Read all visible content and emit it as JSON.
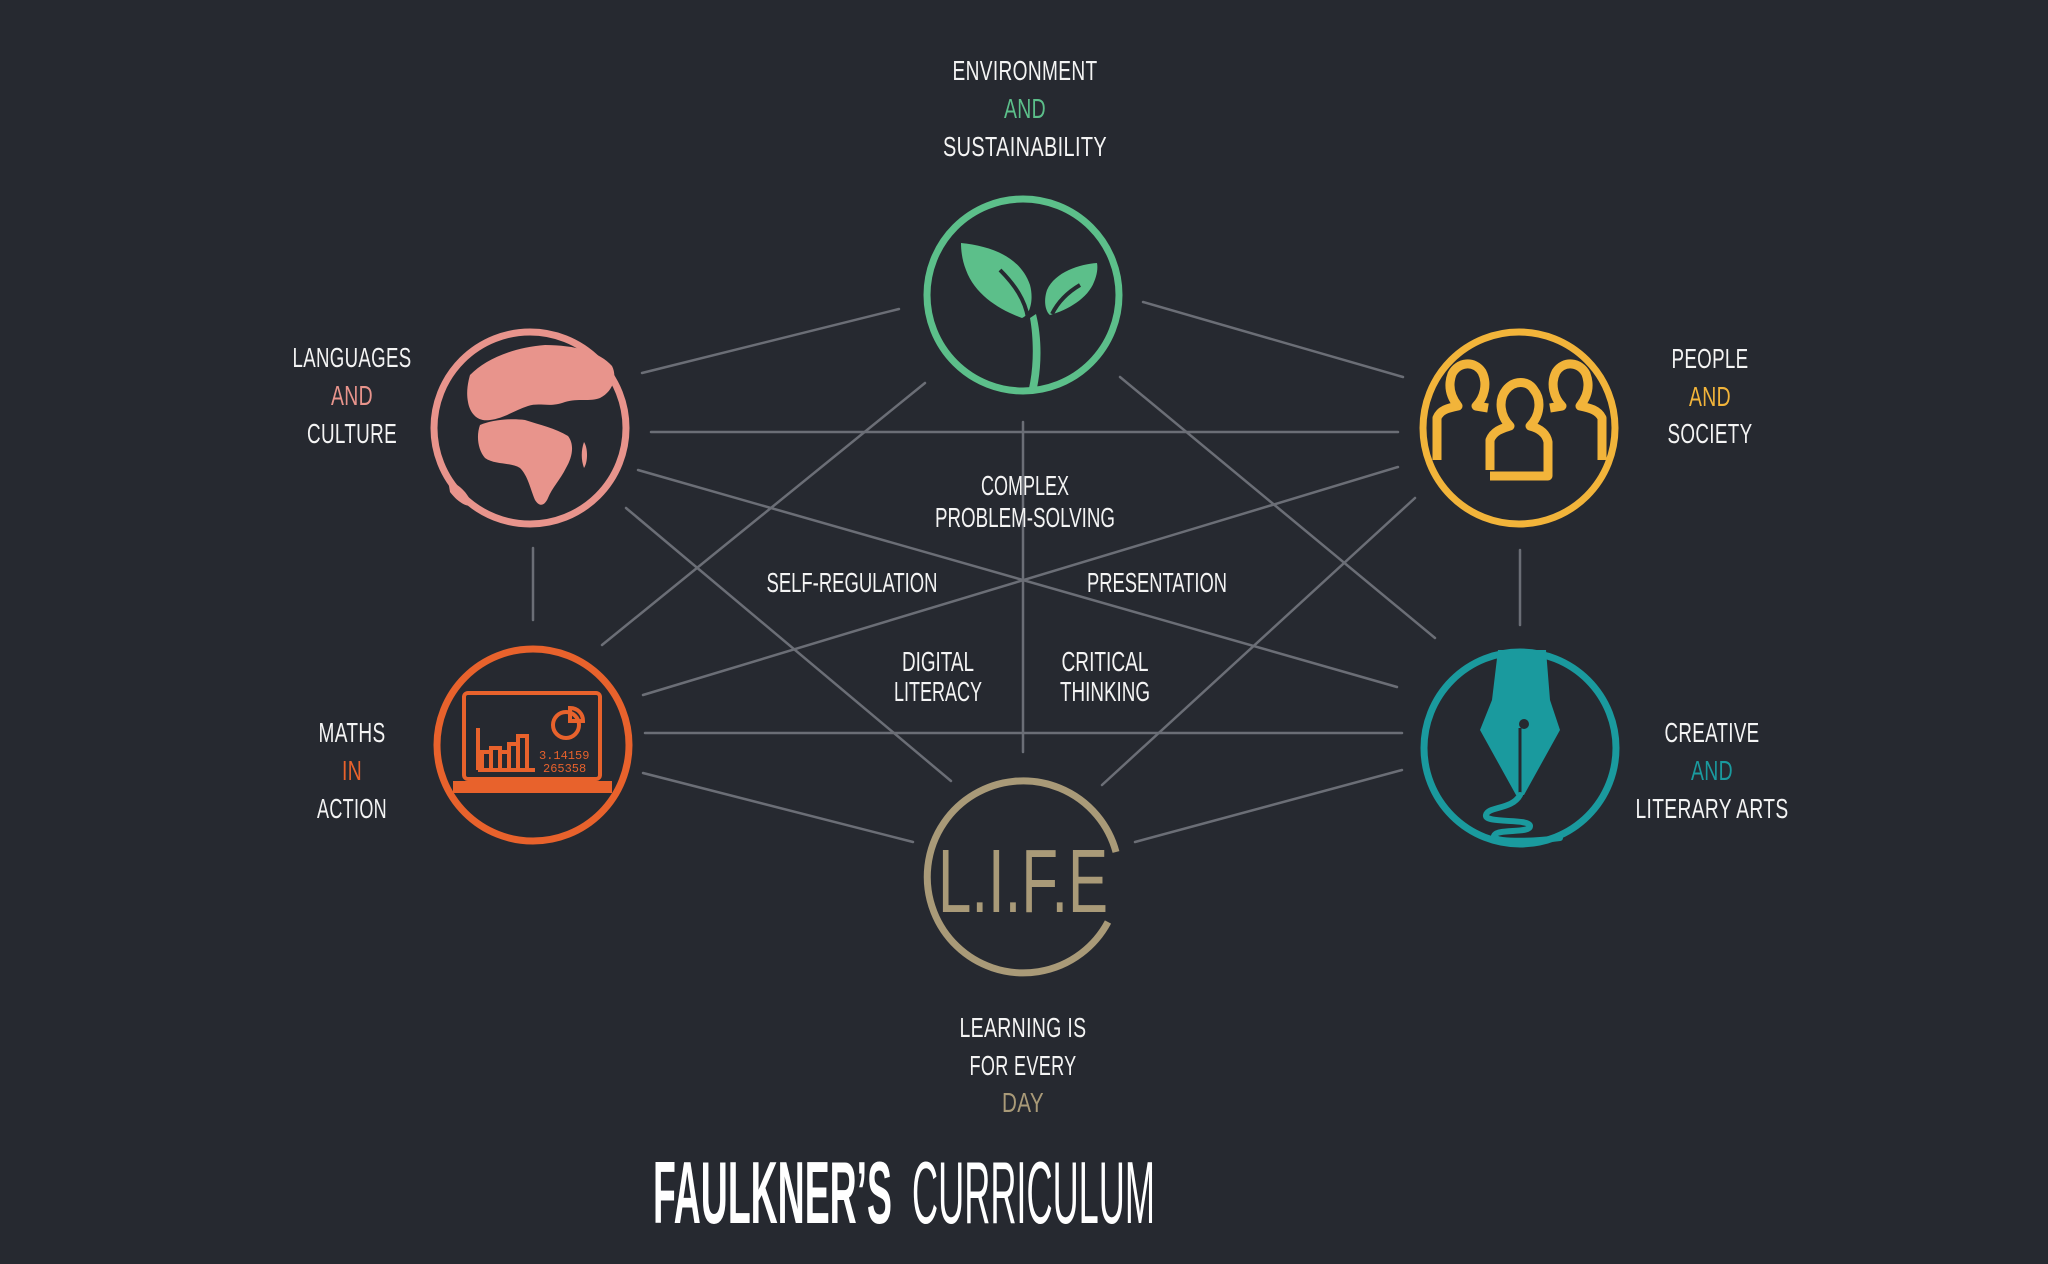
{
  "colors": {
    "background": "#262930",
    "connector": "#6b6e76",
    "text": "#f4f4f4",
    "environment": "#5cbf8a",
    "languages": "#e8948c",
    "people": "#f2b43a",
    "maths": "#e8622c",
    "creative": "#1a9a9e",
    "life": "#a99a78"
  },
  "title": {
    "bold": "FAULKNER’S",
    "light": "CURRICULUM"
  },
  "nodes": {
    "environment": {
      "line1": "ENVIRONMENT",
      "line2": "AND",
      "line3": "SUSTAINABILITY",
      "icon": "seedling-icon"
    },
    "languages": {
      "line1": "LANGUAGES",
      "line2": "AND",
      "line3": "CULTURE",
      "icon": "globe-icon"
    },
    "people": {
      "line1": "PEOPLE",
      "line2": "AND",
      "line3": "SOCIETY",
      "icon": "people-group-icon"
    },
    "maths": {
      "line1": "MATHS",
      "line2": "IN",
      "line3": "ACTION",
      "icon": "laptop-chart-icon",
      "screen_numbers": [
        "3.14159",
        "265358"
      ]
    },
    "creative": {
      "line1": "CREATIVE",
      "line2": "AND",
      "line3": "LITERARY ARTS",
      "icon": "fountain-pen-icon"
    },
    "life": {
      "logo": "L.I.F.E",
      "line1": "LEARNING IS",
      "line2": "FOR EVERY",
      "line3": "DAY",
      "icon": "life-logo-icon"
    }
  },
  "skills": {
    "complex_1": "COMPLEX",
    "complex_2": "PROBLEM-SOLVING",
    "self_regulation": "SELF-REGULATION",
    "presentation": "PRESENTATION",
    "digital_1": "DIGITAL",
    "digital_2": "LITERACY",
    "critical_1": "CRITICAL",
    "critical_2": "THINKING"
  }
}
